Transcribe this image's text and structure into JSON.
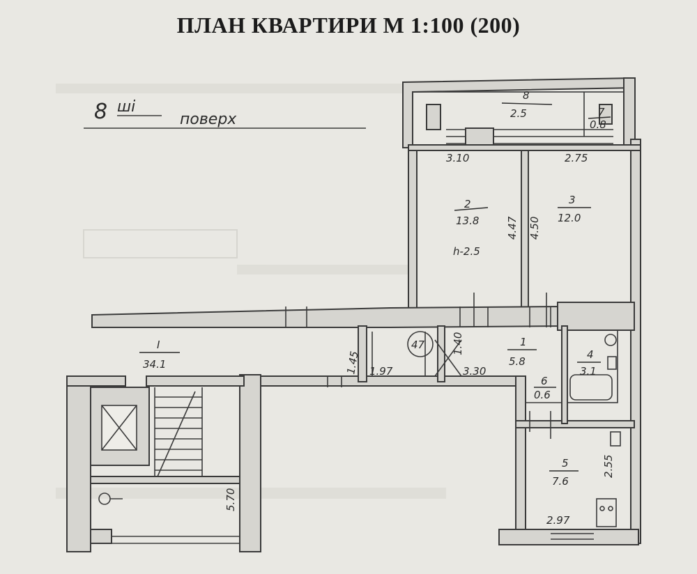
{
  "title": "ПЛАН КВАРТИРИ М 1:100 (200)",
  "floor_note": {
    "number": "8",
    "suffix": "ші",
    "word": "поверх"
  },
  "rooms": [
    {
      "id": "1",
      "area": "34.1",
      "label_num": "I"
    },
    {
      "id": "2",
      "area": "13.8"
    },
    {
      "id": "3",
      "area": "12.0"
    },
    {
      "id": "1b",
      "label_num": "1",
      "area": "5.8"
    },
    {
      "id": "4",
      "area": "3.1"
    },
    {
      "id": "5",
      "area": "7.6"
    },
    {
      "id": "6",
      "area": "0.6"
    },
    {
      "id": "7",
      "area": "0.8"
    },
    {
      "id": "8",
      "area": "2.5"
    }
  ],
  "dimensions": {
    "d310": "3.10",
    "d275": "2.75",
    "d447": "4.47",
    "d450": "4.50",
    "height": "h-2.5",
    "d145": "1.45",
    "d197": "1.97",
    "d140": "1.40",
    "d330": "3.30",
    "d570": "5.70",
    "d255": "2.55",
    "d297": "2.97",
    "circle": "47"
  }
}
